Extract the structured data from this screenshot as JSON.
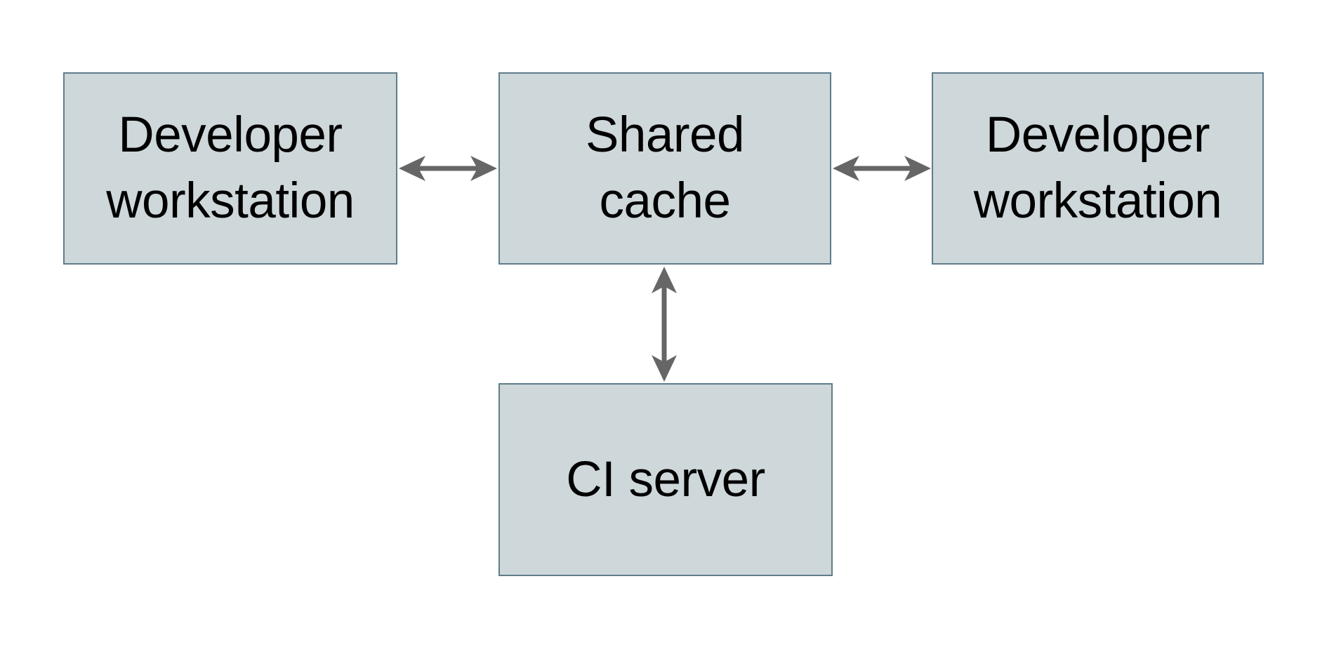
{
  "diagram": {
    "type": "architecture-diagram",
    "description": "Shared build cache topology diagram",
    "background_color": "#ffffff",
    "node_fill_color": "#ced7da",
    "node_border_color": "#5f7d8b",
    "arrow_color": "#666666",
    "text_color": "#000000",
    "nodes": [
      {
        "id": "developer-workstation-left",
        "label": "Developer workstation",
        "line1": "Developer",
        "line2": "workstation"
      },
      {
        "id": "shared-cache",
        "label": "Shared cache",
        "line1": "Shared",
        "line2": "cache"
      },
      {
        "id": "developer-workstation-right",
        "label": "Developer workstation",
        "line1": "Developer",
        "line2": "workstation"
      },
      {
        "id": "ci-server",
        "label": "CI server",
        "line1": "CI server"
      }
    ],
    "edges": [
      {
        "from": "Developer workstation (left)",
        "to": "Shared cache",
        "direction": "bidirectional"
      },
      {
        "from": "Shared cache",
        "to": "Developer workstation (right)",
        "direction": "bidirectional"
      },
      {
        "from": "Shared cache",
        "to": "CI server",
        "direction": "bidirectional"
      }
    ]
  }
}
